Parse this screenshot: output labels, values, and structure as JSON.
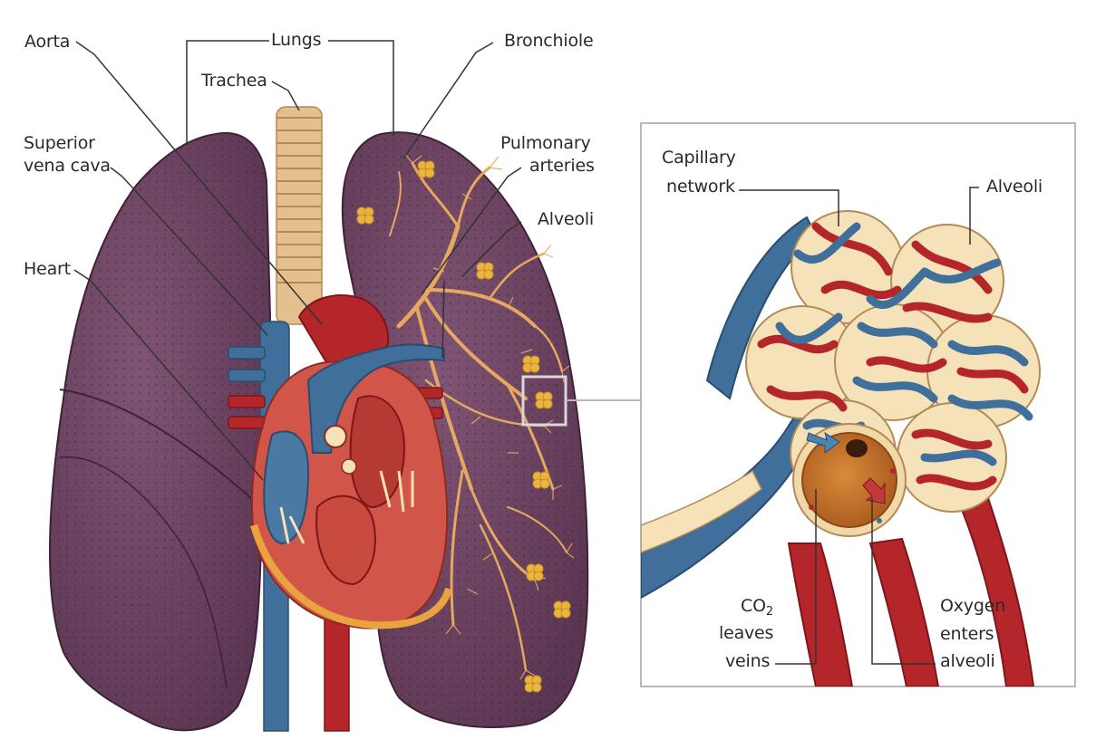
{
  "labels": {
    "aorta": "Aorta",
    "lungs": "Lungs",
    "trachea": "Trachea",
    "bronchiole": "Bronchiole",
    "superior_vena_cava_1": "Superior",
    "superior_vena_cava_2": "vena cava",
    "pulmonary_arteries_1": "Pulmonary",
    "pulmonary_arteries_2": "arteries",
    "alveoli_main": "Alveoli",
    "heart": "Heart",
    "capillary_network_1": "Capillary",
    "capillary_network_2": "network",
    "alveoli_inset": "Alveoli",
    "co2_prefix": "CO",
    "co2_subscript": "2",
    "co2_line2": "leaves",
    "co2_line3": "veins",
    "oxygen_line1": "Oxygen",
    "oxygen_line2": "enters",
    "oxygen_line3": "alveoli"
  },
  "colors": {
    "lung": "#6e4463",
    "lung_dark": "#4f2d47",
    "bronchi": "#e6a860",
    "artery_red": "#b5262b",
    "vein_blue": "#3f6f9a",
    "heart": "#d2554a",
    "trachea": "#e3c08e",
    "alveolus_fill": "#f5e2b8",
    "inset_border": "#b8b8b8",
    "leader_line": "#333333"
  }
}
